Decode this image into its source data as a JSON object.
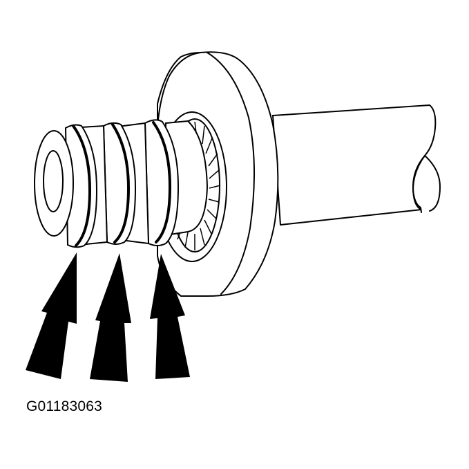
{
  "figure": {
    "id_label": "G01183063",
    "description": "Shaft with flanged bearing and piston/shaft end showing three seal ring grooves indicated by three arrows",
    "callouts": [
      {
        "name": "arrow-1",
        "target": "seal-ring-groove-1"
      },
      {
        "name": "arrow-2",
        "target": "seal-ring-groove-2"
      },
      {
        "name": "arrow-3",
        "target": "seal-ring-groove-3"
      }
    ],
    "colors": {
      "line": "#000000",
      "background": "#ffffff"
    }
  }
}
